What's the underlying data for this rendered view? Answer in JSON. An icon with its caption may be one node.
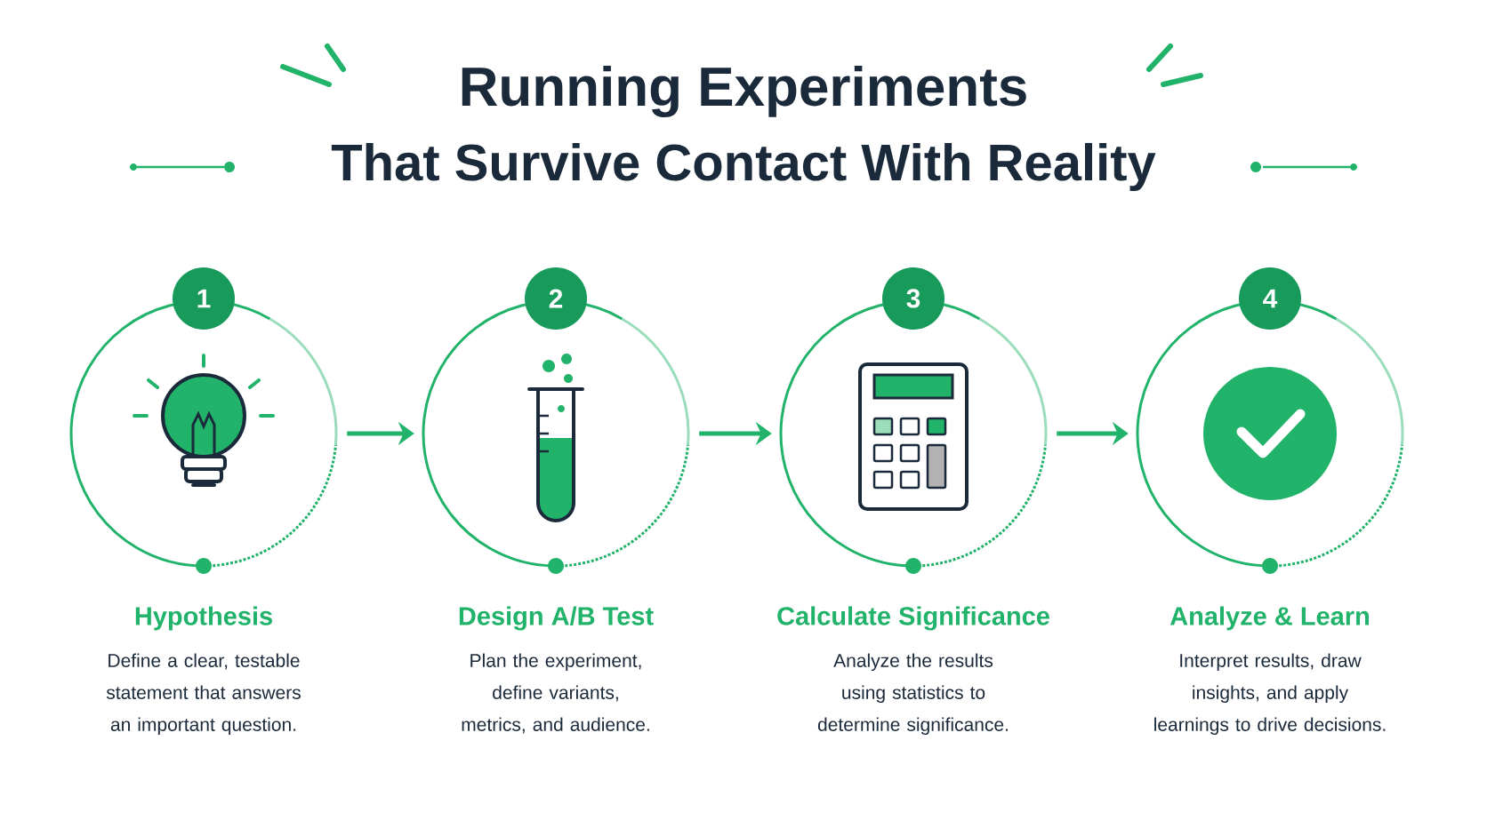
{
  "diagram": {
    "title": "Running Experiments",
    "nodes": [
      {
        "text": [
          "1",
          "Hypothesis",
          "Define a clear, testable statement that answers an important question."
        ]
      },
      {
        "text": [
          "2",
          "Design A/B Test",
          "Plan the experiment, define variants, metrics, and audience."
        ]
      },
      {
        "text": [
          "3",
          "Calculate Significance",
          "Analyze the results using statistics to determine significance."
        ]
      },
      {
        "text": [
          "4",
          "Analyze & Learn",
          "Interpret results, draw insights, and apply learnings to drive decisions."
        ]
      }
    ],
    "edges": [
      {
        "from": 0,
        "to": 1,
        "arrow": "to"
      },
      {
        "from": 1,
        "to": 2,
        "arrow": "to"
      },
      {
        "from": 2,
        "to": 3,
        "arrow": "to"
      }
    ],
    "labels": [
      "That Survive Contact With Reality"
    ]
  }
}
